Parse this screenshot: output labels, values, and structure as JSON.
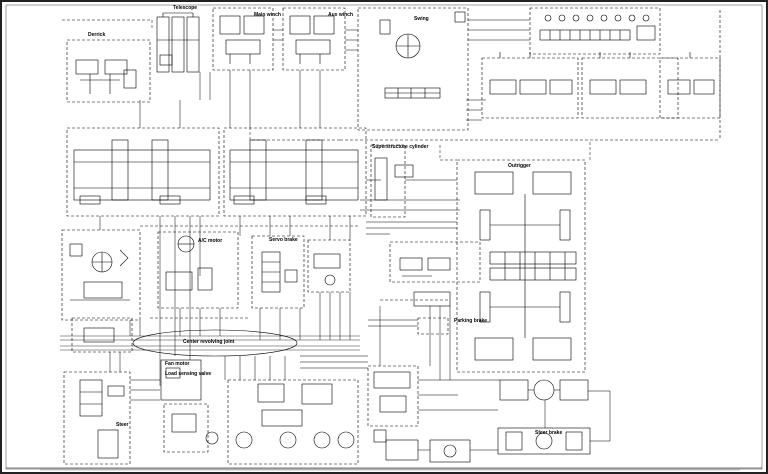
{
  "labels": {
    "derrick": "Derrick",
    "telescope": "Telescope",
    "main_winch": "Main winch",
    "aux_winch": "Aux winch",
    "swing": "Swing",
    "superstructure_cylinder": "Superstructure cylinder",
    "outrigger": "Outrigger",
    "servo_brake": "Servo brake",
    "ac_motor": "A/C motor",
    "center_revolving_joint": "Center revolving joint",
    "parking_brake": "Parking brake",
    "steer": "Steer",
    "fan_motor": "Fan motor",
    "steer_brake": "Steer brake",
    "load_sense": "Load sensing valve"
  },
  "colors": {
    "line": "#000000",
    "background": "#ffffff",
    "frame": "#2b2b2b"
  }
}
